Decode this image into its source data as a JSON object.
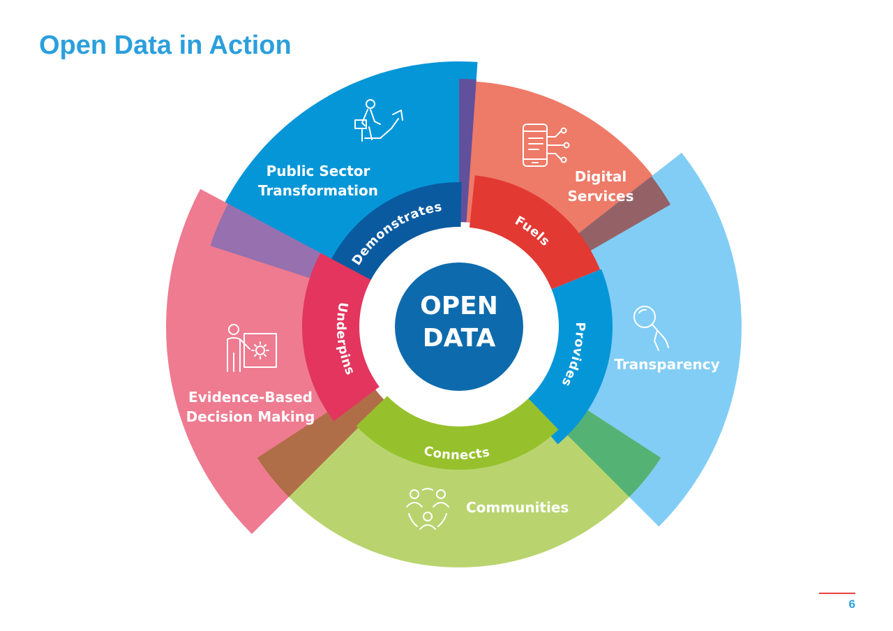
{
  "title": "Open Data in Action",
  "page_number": "6",
  "center": {
    "line1": "OPEN",
    "line2": "DATA"
  },
  "segments": [
    {
      "id": "public-sector",
      "outer_label": [
        "Public Sector",
        "Transformation"
      ],
      "verb": "Demonstrates",
      "outer_color": "#0596d8",
      "inner_color": "#0a5aa0",
      "icon": "person-growth-arrow-icon"
    },
    {
      "id": "digital-services",
      "outer_label": [
        "Digital",
        "Services"
      ],
      "verb": "Fuels",
      "outer_color": "#ee7a68",
      "inner_color": "#e23a33",
      "icon": "phone-circuit-icon"
    },
    {
      "id": "transparency",
      "outer_label": [
        "Transparency"
      ],
      "verb": "Provides",
      "outer_color": "#82cdf5",
      "inner_color": "#0596d8",
      "icon": "magnifier-hand-icon"
    },
    {
      "id": "communities",
      "outer_label": [
        "Communities"
      ],
      "verb": "Connects",
      "outer_color": "#b9d46f",
      "inner_color": "#96c12c",
      "icon": "people-network-icon"
    },
    {
      "id": "evidence-based",
      "outer_label": [
        "Evidence-Based",
        "Decision Making"
      ],
      "verb": "Underpins",
      "outer_color": "#ee7b90",
      "inner_color": "#e3355e",
      "icon": "presenter-gear-icon"
    }
  ],
  "overlap_colors": {
    "blue_red": "#61509c",
    "pink_blue": "#9670af",
    "red_lightblue": "#946266",
    "lightblue_green": "#55b275",
    "green_pink": "#b06e48"
  },
  "center_color": "#0d6bad"
}
